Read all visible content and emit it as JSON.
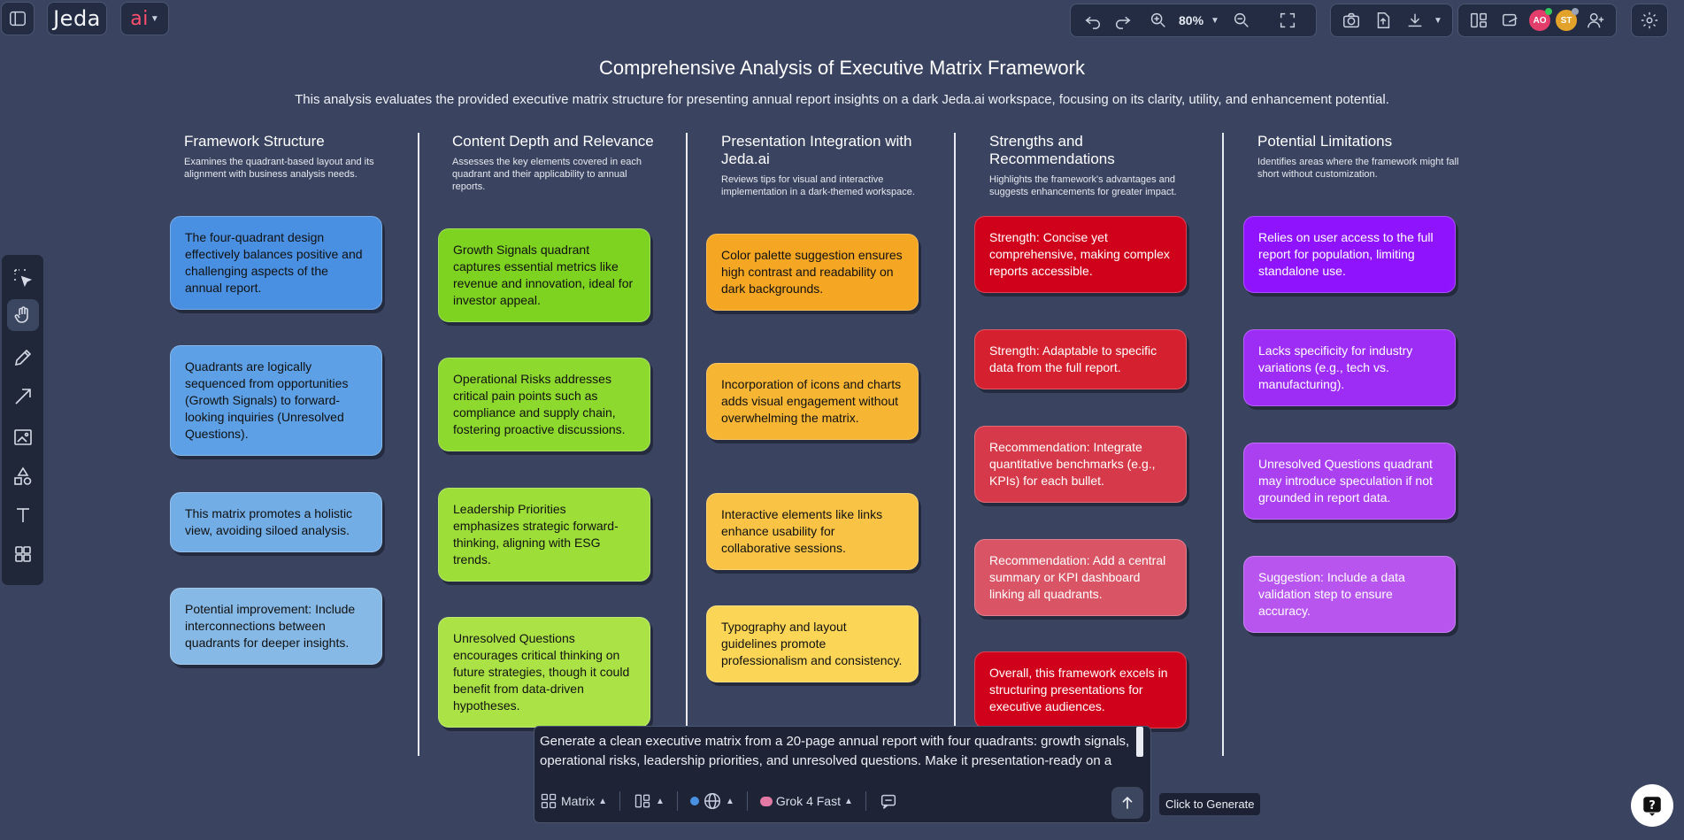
{
  "topbar": {
    "logo": "Jeda",
    "logo_ai": "ai",
    "zoom": "80%",
    "avatars": [
      {
        "initials": "AO",
        "color": "#e23d6b"
      },
      {
        "initials": "ST",
        "color": "#e3a32a"
      }
    ]
  },
  "document": {
    "title": "Comprehensive Analysis of Executive Matrix Framework",
    "subtitle": "This analysis evaluates the provided executive matrix structure for presenting annual report insights on a dark Jeda.ai workspace, focusing on its clarity, utility, and enhancement potential."
  },
  "columns": [
    {
      "title": "Framework Structure",
      "description": "Examines the quadrant-based layout and its alignment with business analysis needs.",
      "cards": [
        {
          "text": "The four-quadrant design effectively balances positive and challenging aspects of the annual report.",
          "color": "#4a90e2"
        },
        {
          "text": "Quadrants are logically sequenced from opportunities (Growth Signals) to forward-looking inquiries (Unresolved Questions).",
          "color": "#5da0e5"
        },
        {
          "text": "This matrix promotes a holistic view, avoiding siloed analysis.",
          "color": "#72ade6"
        },
        {
          "text": "Potential improvement: Include interconnections between quadrants for deeper insights.",
          "color": "#86b9e6"
        }
      ]
    },
    {
      "title": "Content Depth and Relevance",
      "description": "Assesses the key elements covered in each quadrant and their applicability to annual reports.",
      "cards": [
        {
          "text": "Growth Signals quadrant captures essential metrics like revenue and innovation, ideal for investor appeal.",
          "color": "#7ed321"
        },
        {
          "text": "Operational Risks addresses critical pain points such as compliance and supply chain, fostering proactive discussions.",
          "color": "#8ed92e"
        },
        {
          "text": "Leadership Priorities emphasizes strategic forward-thinking, aligning with ESG trends.",
          "color": "#9ddf38"
        },
        {
          "text": "Unresolved Questions encourages critical thinking on future strategies, though it could benefit from data-driven hypotheses.",
          "color": "#abe346"
        }
      ]
    },
    {
      "title": "Presentation Integration with Jeda.ai",
      "description": "Reviews tips for visual and interactive implementation in a dark-themed workspace.",
      "cards": [
        {
          "text": "Color palette suggestion ensures high contrast and readability on dark backgrounds.",
          "color": "#f5a623"
        },
        {
          "text": "Incorporation of icons and charts adds visual engagement without overwhelming the matrix.",
          "color": "#f7b534"
        },
        {
          "text": "Interactive elements like links enhance usability for collaborative sessions.",
          "color": "#f9c445"
        },
        {
          "text": "Typography and layout guidelines promote professionalism and consistency.",
          "color": "#fbd556"
        }
      ]
    },
    {
      "title": "Strengths and Recommendations",
      "description": "Highlights the framework's advantages and suggests enhancements for greater impact.",
      "cards": [
        {
          "text": "Strength: Concise yet comprehensive, making complex reports accessible.",
          "color": "#d0021b"
        },
        {
          "text": "Strength: Adaptable to specific data from the full report.",
          "color": "#d4202f"
        },
        {
          "text": "Recommendation: Integrate quantitative benchmarks (e.g., KPIs) for each bullet.",
          "color": "#d63a4a"
        },
        {
          "text": "Recommendation: Add a central summary or KPI dashboard linking all quadrants.",
          "color": "#d95566"
        },
        {
          "text": "Overall, this framework excels in structuring presentations for executive audiences.",
          "color": "#d0021b"
        }
      ]
    },
    {
      "title": "Potential Limitations",
      "description": "Identifies areas where the framework might fall short without customization.",
      "cards": [
        {
          "text": "Relies on user access to the full report for population, limiting standalone use.",
          "color": "#9013fe"
        },
        {
          "text": "Lacks specificity for industry variations (e.g., tech vs. manufacturing).",
          "color": "#9d2cf5"
        },
        {
          "text": "Unresolved Questions quadrant may introduce speculation if not grounded in report data.",
          "color": "#aa40f0"
        },
        {
          "text": "Suggestion: Include a data validation step to ensure accuracy.",
          "color": "#b755ee"
        }
      ]
    }
  ],
  "prompt": {
    "text": "Generate a clean executive matrix from a 20-page annual report with four quadrants: growth signals, operational risks, leadership priorities, and unresolved questions. Make it presentation-ready on a dark Jeda.ai canvas.",
    "mode": "Matrix",
    "model": "Grok 4 Fast",
    "tooltip": "Click to Generate"
  }
}
